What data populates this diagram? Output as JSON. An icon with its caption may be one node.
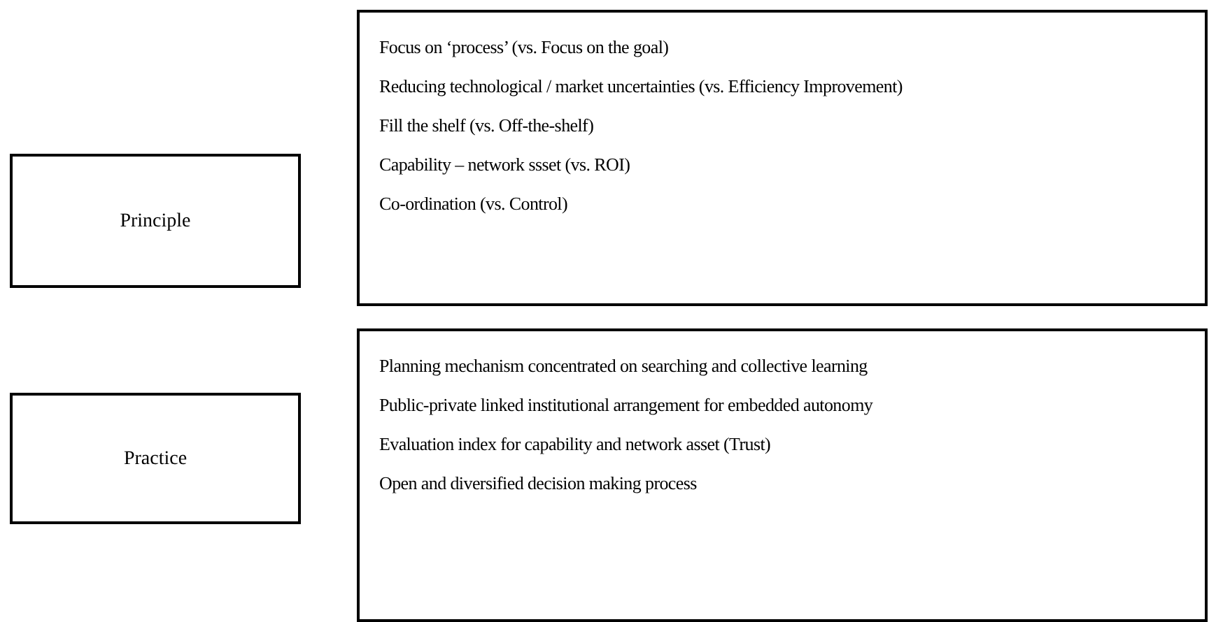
{
  "diagram": {
    "nodes": [
      {
        "text": [
          "Principle"
        ]
      },
      {
        "text": [
          "Focus on ‘process’ (vs. Focus on the goal)",
          "Reducing technological / market uncertainties (vs. Efficiency Improvement)",
          "Fill the shelf (vs. Off-the-shelf)",
          "Capability – network ssset (vs. ROI)",
          "Co-ordination (vs. Control)"
        ]
      },
      {
        "text": [
          "Practice"
        ]
      },
      {
        "text": [
          "Planning mechanism concentrated on searching and collective learning",
          "Public-private linked institutional arrangement for embedded autonomy",
          "Evaluation index for capability and network asset (Trust)",
          "Open and diversified decision making process"
        ]
      }
    ]
  }
}
